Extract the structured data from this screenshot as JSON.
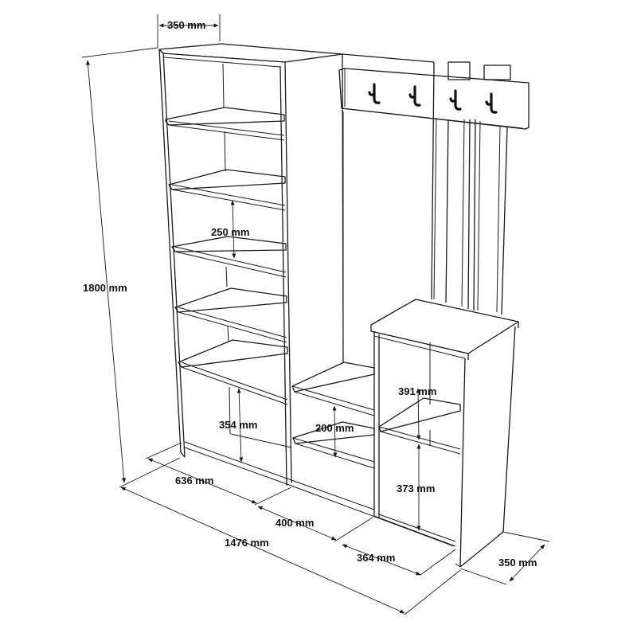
{
  "dimensions": {
    "top_depth": "350 mm",
    "height": "1800 mm",
    "shelf_gap": "250 mm",
    "bottom_shelf_gap": "354 mm",
    "middle_shelf_gap": "200 mm",
    "bench_upper_gap": "391 mm",
    "bench_lower_gap": "373 mm",
    "left_width": "636 mm",
    "middle_width": "400 mm",
    "total_width": "1476 mm",
    "right_width": "364 mm",
    "side_depth": "350 mm"
  },
  "colors": {
    "line": "#1a1a1a",
    "hook": "#111111",
    "background": "#ffffff"
  }
}
